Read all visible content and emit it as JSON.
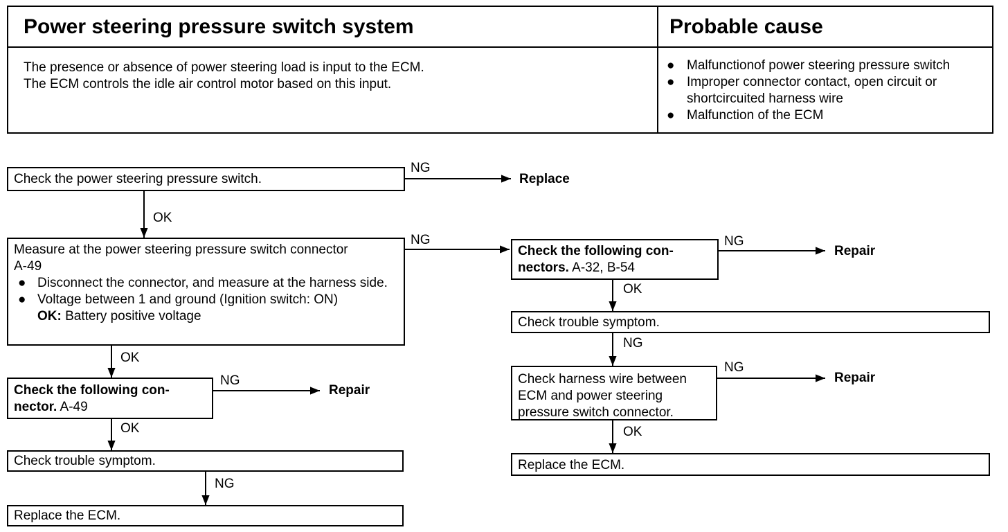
{
  "summary": {
    "header_left": "Power steering pressure switch system",
    "header_right": "Probable cause",
    "description": [
      "The presence or absence of power steering load is input to the ECM.",
      "The ECM controls the idle air control motor based on this input."
    ],
    "causes": [
      "Malfunctionof power steering pressure switch",
      "Improper connector contact, open circuit or shortcircuited harness wire",
      "Malfunction of the ECM"
    ],
    "bullet": "●"
  },
  "flow": {
    "step1": "Check the power steering pressure switch.",
    "step1_ng_action": "Replace",
    "step2_line1": "Measure at the power steering pressure switch connector",
    "step2_line2": "A-49",
    "step2_bullet1": "Disconnect the connector, and measure at the harness side.",
    "step2_bullet2": "Voltage between 1 and ground (Ignition switch: ON)",
    "step2_ok_label": "OK:",
    "step2_ok_value": "Battery positive voltage",
    "step3_bold": "Check the following con- nector.",
    "step3_code": "A-49",
    "step3_ng_action": "Repair",
    "step4": "Check trouble symptom.",
    "step5": "Replace the ECM.",
    "right1_bold": "Check the following con- nectors.",
    "right1_code": "A-32, B-54",
    "right1_ng_action": "Repair",
    "right2": "Check trouble symptom.",
    "right3": "Check harness wire between ECM and power steering pressure switch connector.",
    "right3_ng_action": "Repair",
    "right4": "Replace the ECM.",
    "ok": "OK",
    "ng": "NG"
  }
}
